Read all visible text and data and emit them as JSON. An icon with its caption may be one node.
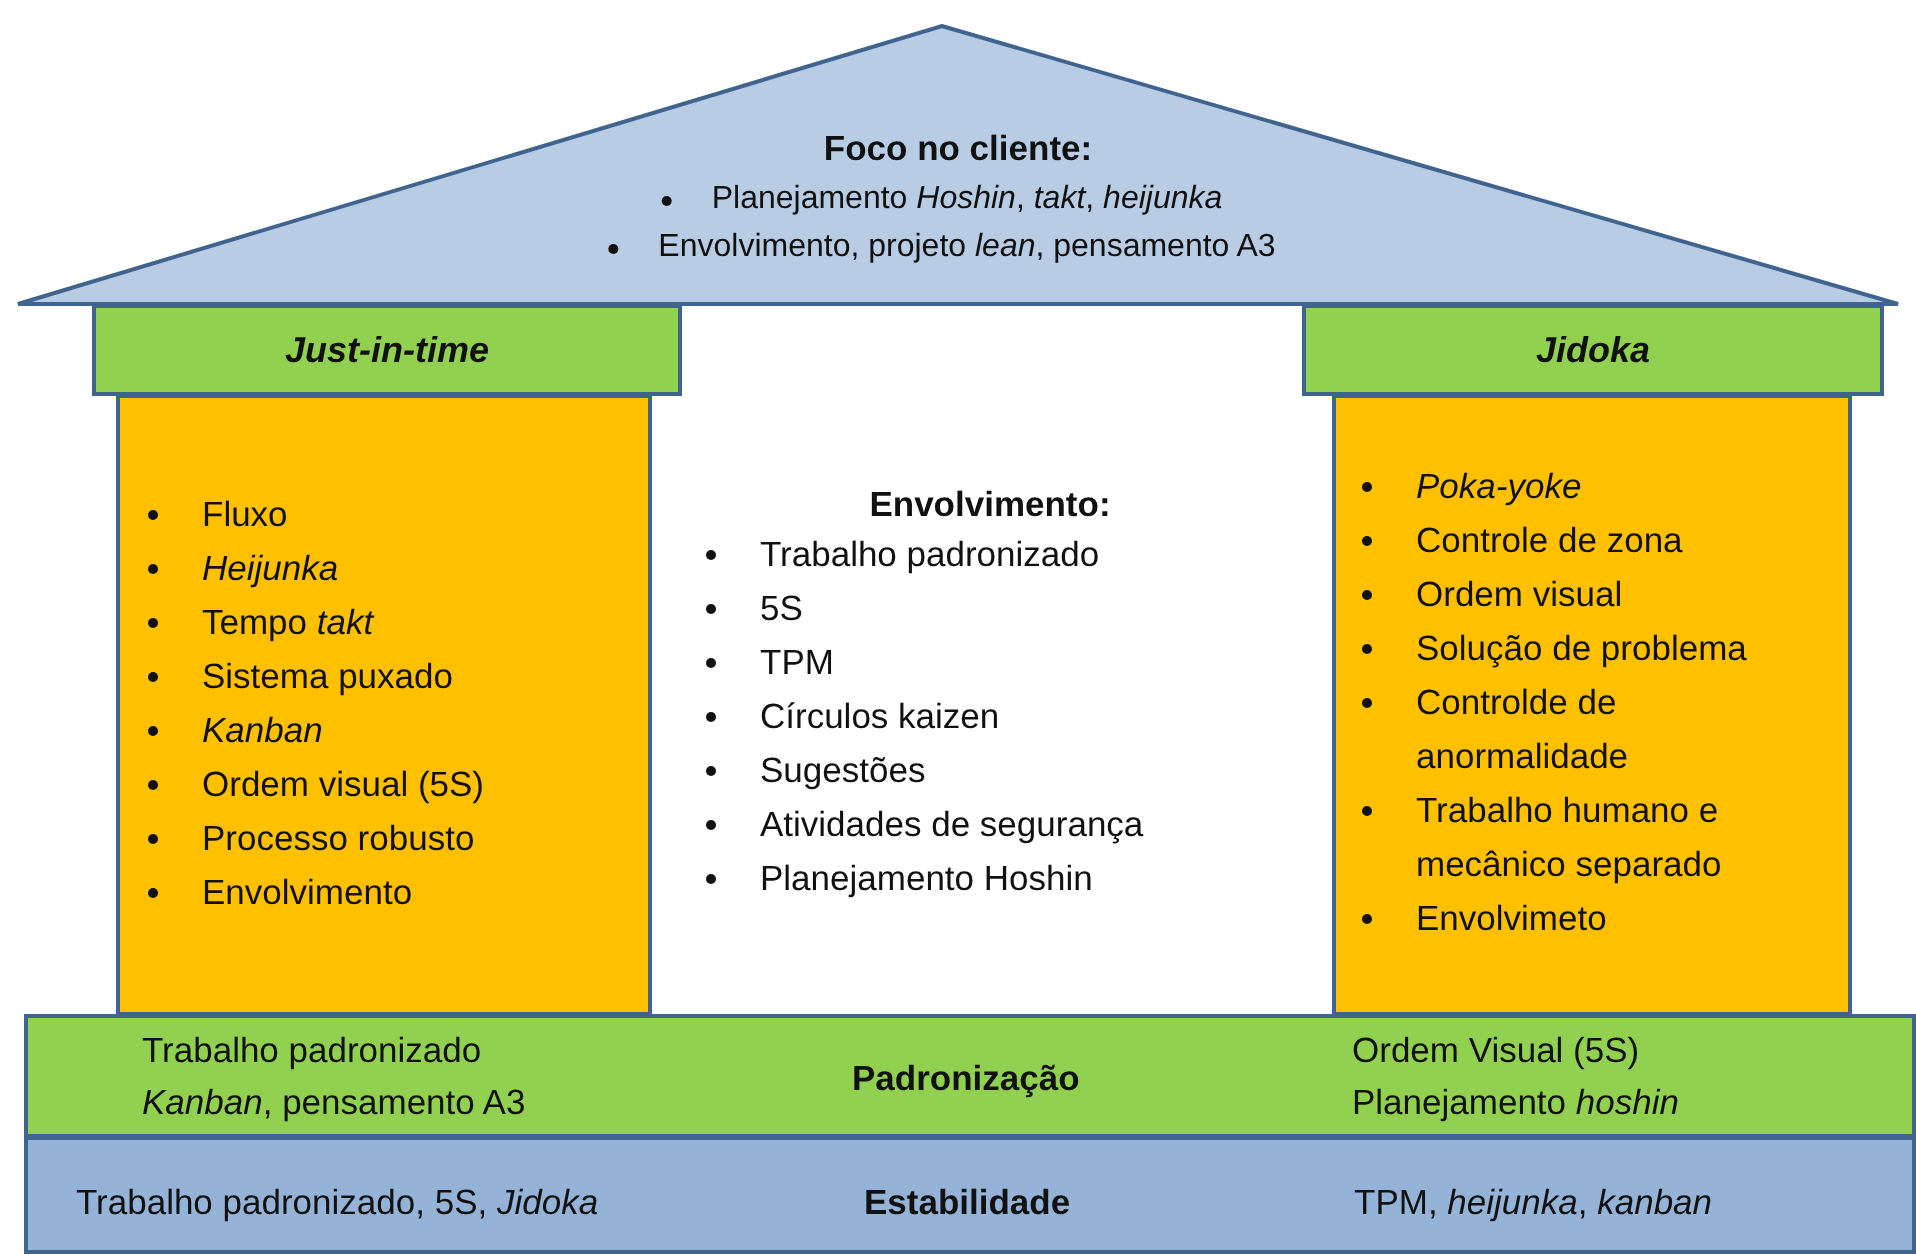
{
  "diagram": {
    "nodes": [
      {
        "text": [
          "Foco no cliente:",
          "Planejamento *Hoshin*, *takt*, *heijunka*",
          "Envolvimento, projeto *lean*, pensamento A3"
        ]
      },
      {
        "text": [
          "Just-in-time"
        ]
      },
      {
        "text": [
          "Jidoka"
        ]
      },
      {
        "text": [
          "Fluxo",
          "Heijunka",
          "Tempo *takt*",
          "Sistema puxado",
          "Kanban",
          "Ordem visual (5S)",
          "Processo robusto",
          "Envolvimento"
        ]
      },
      {
        "text": [
          "Poka-yoke",
          "Controle de zona",
          "Ordem visual",
          "Solução de problema",
          "Controlde de anormalidade",
          "Trabalho humano e mecânico separado",
          "Envolvimeto"
        ]
      },
      {
        "text": [
          "Trabalho padronizado",
          "*Kanban*, pensamento A3",
          "Padronização",
          "Ordem Visual (5S)",
          "Planejamento *hoshin*"
        ]
      },
      {
        "text": [
          "Trabalho padronizado, 5S, *Jidoka*",
          "Estabilidade",
          "TPM, *heijunka*, *kanban*"
        ]
      }
    ],
    "labels": [
      "Envolvimento:",
      "Trabalho padronizado",
      "5S",
      "TPM",
      "Círculos kaizen",
      "Sugestões",
      "Atividades de segurança",
      "Planejamento Hoshin"
    ]
  }
}
